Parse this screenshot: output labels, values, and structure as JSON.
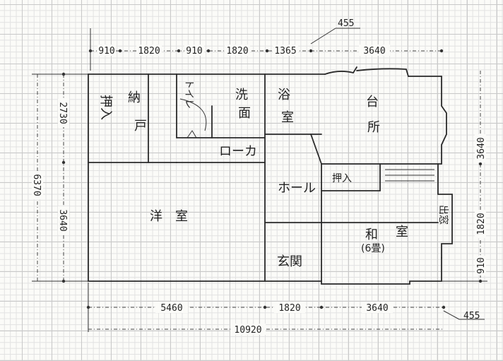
{
  "dimensions": {
    "top": [
      "910",
      "1820",
      "910",
      "1820",
      "1365",
      "3640"
    ],
    "top_extra": "455",
    "bottom": [
      "5460",
      "1820",
      "3640"
    ],
    "bottom_total": "10920",
    "bottom_extra": "455",
    "left": [
      "2730",
      "3640"
    ],
    "left_total": "6370",
    "right": [
      "3640",
      "1820",
      "910"
    ]
  },
  "rooms": {
    "oshiire1": "押入",
    "nando": [
      "納",
      "戸"
    ],
    "toilet": "トイレ",
    "senmen": [
      "洗",
      "面"
    ],
    "yokushitsu": [
      "浴",
      "室"
    ],
    "daidokoro": [
      "台",
      "所"
    ],
    "roka": "ローカ",
    "hall": "ホール",
    "oshiire2": "押入",
    "youshitsu": [
      "洋",
      "室"
    ],
    "washitsu": [
      "和",
      "室"
    ],
    "washitsu_size": "(6畳)",
    "genkan": "玄関",
    "demado": "出窓"
  }
}
